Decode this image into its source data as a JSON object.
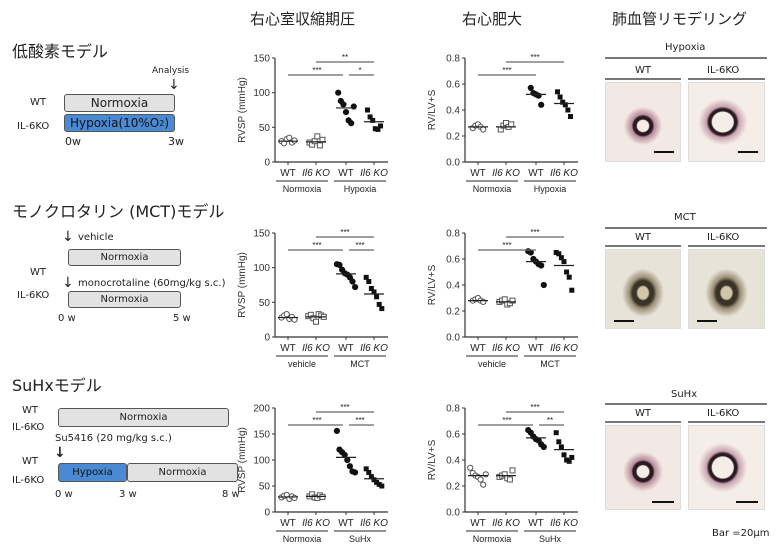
{
  "column_titles": {
    "rvsp": "右心室収縮期圧",
    "rvh": "右心肥大",
    "remodeling": "肺血管リモデリング"
  },
  "models": [
    {
      "title": "低酸素モデル",
      "analysis": "Analysis",
      "wt": "WT",
      "ko": "IL-6KO",
      "bar1": "Normoxia",
      "bar2": "Hypoxia(10%O",
      "bar2_sub": "2",
      "bar2_end": ")",
      "t0": "0w",
      "t1": "3w"
    },
    {
      "title": "モノクロタリン (MCT)モデル",
      "vehicle": "vehicle",
      "mct": "monocrotaline (60mg/kg s.c.)",
      "wt": "WT",
      "ko": "IL-6KO",
      "bar1": "Normoxia",
      "bar2": "Normoxia",
      "t0": "0 w",
      "t1": "5 w"
    },
    {
      "title": "SuHxモデル",
      "wt": "WT",
      "ko": "IL-6KO",
      "wt2": "WT",
      "ko2": "IL-6KO",
      "bar1": "Normoxia",
      "su": "Su5416 (20 mg/kg  s.c.)",
      "bar2a": "Hypoxia",
      "bar2b": "Normoxia",
      "t0": "0 w",
      "t1": "3 w",
      "t2": "8 w"
    }
  ],
  "histology": [
    {
      "condition": "Hypoxia",
      "wt": "WT",
      "ko": "IL-6KO"
    },
    {
      "condition": "MCT",
      "wt": "WT",
      "ko": "IL-6KO"
    },
    {
      "condition": "SuHx",
      "wt": "WT",
      "ko": "IL-6KO"
    }
  ],
  "scale_note": "Bar =20μm",
  "colors": {
    "hypoxia_bar": "#4a8ad4",
    "normoxia_bar": "#e2e2e2"
  },
  "chart_data": [
    {
      "type": "scatter",
      "ylabel": "RVSP (mmHg)",
      "ylim": [
        0,
        150
      ],
      "yticks": [
        "0",
        "50",
        "100",
        "150"
      ],
      "categories": [
        "WT",
        "Il6 KO",
        "WT",
        "Il6 KO"
      ],
      "groups": [
        "Normoxia",
        "Hypoxia"
      ],
      "series": [
        {
          "name": "Normoxia WT",
          "values": [
            30,
            27,
            33,
            35,
            28,
            31
          ],
          "mean": 30
        },
        {
          "name": "Normoxia Il6 KO",
          "values": [
            28,
            25,
            30,
            37,
            24,
            32
          ],
          "mean": 29
        },
        {
          "name": "Hypoxia WT",
          "values": [
            100,
            88,
            83,
            72,
            60,
            56,
            80
          ],
          "mean": 78
        },
        {
          "name": "Hypoxia Il6 KO",
          "values": [
            75,
            65,
            60,
            48,
            47,
            52
          ],
          "mean": 58
        }
      ],
      "significance": [
        {
          "pair": [
            0,
            2
          ],
          "label": "***"
        },
        {
          "pair": [
            1,
            3
          ],
          "label": "**"
        },
        {
          "pair": [
            2,
            3
          ],
          "label": "*"
        }
      ]
    },
    {
      "type": "scatter",
      "ylabel": "RV/LV+S",
      "ylim": [
        0,
        0.8
      ],
      "yticks": [
        "0.0",
        "0.2",
        "0.4",
        "0.6",
        "0.8"
      ],
      "categories": [
        "WT",
        "Il6 KO",
        "WT",
        "Il6 KO"
      ],
      "groups": [
        "Normoxia",
        "Hypoxia"
      ],
      "series": [
        {
          "name": "Normoxia WT",
          "values": [
            0.26,
            0.28,
            0.29,
            0.27,
            0.25
          ],
          "mean": 0.27
        },
        {
          "name": "Normoxia Il6 KO",
          "values": [
            0.25,
            0.28,
            0.3,
            0.27,
            0.29
          ],
          "mean": 0.27
        },
        {
          "name": "Hypoxia WT",
          "values": [
            0.57,
            0.53,
            0.52,
            0.51,
            0.44
          ],
          "mean": 0.52
        },
        {
          "name": "Hypoxia Il6 KO",
          "values": [
            0.54,
            0.5,
            0.46,
            0.44,
            0.4,
            0.35
          ],
          "mean": 0.45
        }
      ],
      "significance": [
        {
          "pair": [
            0,
            2
          ],
          "label": "***"
        },
        {
          "pair": [
            1,
            3
          ],
          "label": "***"
        }
      ]
    },
    {
      "type": "scatter",
      "ylabel": "RVSP (mmHg)",
      "ylim": [
        0,
        150
      ],
      "yticks": [
        "0",
        "50",
        "100",
        "150"
      ],
      "categories": [
        "WT",
        "Il6 KO",
        "WT",
        "Il6 KO"
      ],
      "groups": [
        "vehicle",
        "MCT"
      ],
      "series": [
        {
          "name": "vehicle WT",
          "values": [
            28,
            31,
            33,
            26,
            29,
            25
          ],
          "mean": 28
        },
        {
          "name": "vehicle Il6 KO",
          "values": [
            30,
            32,
            27,
            22,
            33,
            31,
            29
          ],
          "mean": 29
        },
        {
          "name": "MCT WT",
          "values": [
            105,
            104,
            97,
            92,
            90,
            86,
            80,
            72
          ],
          "mean": 91
        },
        {
          "name": "MCT Il6 KO",
          "values": [
            86,
            80,
            70,
            65,
            58,
            47,
            41
          ],
          "mean": 62
        }
      ],
      "significance": [
        {
          "pair": [
            0,
            2
          ],
          "label": "***"
        },
        {
          "pair": [
            1,
            3
          ],
          "label": "***"
        },
        {
          "pair": [
            2,
            3
          ],
          "label": "***"
        }
      ]
    },
    {
      "type": "scatter",
      "ylabel": "RV/LV+S",
      "ylim": [
        0,
        0.8
      ],
      "yticks": [
        "0.0",
        "0.2",
        "0.4",
        "0.6",
        "0.8"
      ],
      "categories": [
        "WT",
        "Il6 KO",
        "WT",
        "Il6 KO"
      ],
      "groups": [
        "vehicle",
        "MCT"
      ],
      "series": [
        {
          "name": "vehicle WT",
          "values": [
            0.28,
            0.29,
            0.3,
            0.28,
            0.27
          ],
          "mean": 0.28
        },
        {
          "name": "vehicle Il6 KO",
          "values": [
            0.27,
            0.28,
            0.29,
            0.25,
            0.26,
            0.28
          ],
          "mean": 0.27
        },
        {
          "name": "MCT WT",
          "values": [
            0.66,
            0.65,
            0.6,
            0.58,
            0.56,
            0.55,
            0.4
          ],
          "mean": 0.58
        },
        {
          "name": "MCT Il6 KO",
          "values": [
            0.65,
            0.64,
            0.61,
            0.58,
            0.5,
            0.46,
            0.36
          ],
          "mean": 0.55
        }
      ],
      "significance": [
        {
          "pair": [
            0,
            2
          ],
          "label": "***"
        },
        {
          "pair": [
            1,
            3
          ],
          "label": "***"
        }
      ]
    },
    {
      "type": "scatter",
      "ylabel": "RVSP (mmHg)",
      "ylim": [
        0,
        200
      ],
      "yticks": [
        "0",
        "50",
        "100",
        "150",
        "200"
      ],
      "categories": [
        "WT",
        "Il6 KO",
        "WT",
        "Il6 KO"
      ],
      "groups": [
        "Normoxia",
        "SuHx"
      ],
      "series": [
        {
          "name": "Normoxia WT",
          "values": [
            28,
            31,
            33,
            25,
            30,
            27
          ],
          "mean": 29
        },
        {
          "name": "Normoxia Il6 KO",
          "values": [
            30,
            34,
            28,
            27,
            32,
            29
          ],
          "mean": 30
        },
        {
          "name": "SuHx WT",
          "values": [
            156,
            120,
            115,
            110,
            100,
            88,
            78,
            76
          ],
          "mean": 105
        },
        {
          "name": "SuHx Il6 KO",
          "values": [
            83,
            76,
            68,
            62,
            57,
            53,
            50
          ],
          "mean": 64
        }
      ],
      "significance": [
        {
          "pair": [
            0,
            2
          ],
          "label": "***"
        },
        {
          "pair": [
            1,
            3
          ],
          "label": "***"
        },
        {
          "pair": [
            2,
            3
          ],
          "label": "***"
        }
      ]
    },
    {
      "type": "scatter",
      "ylabel": "RV/LV+S",
      "ylim": [
        0,
        0.8
      ],
      "yticks": [
        "0.0",
        "0.2",
        "0.4",
        "0.6",
        "0.8"
      ],
      "categories": [
        "WT",
        "Il6 KO",
        "WT",
        "Il6 KO"
      ],
      "groups": [
        "Normoxia",
        "SuHx"
      ],
      "series": [
        {
          "name": "Normoxia WT",
          "values": [
            0.34,
            0.3,
            0.28,
            0.27,
            0.25,
            0.21,
            0.29
          ],
          "mean": 0.28
        },
        {
          "name": "Normoxia Il6 KO",
          "values": [
            0.27,
            0.28,
            0.29,
            0.26,
            0.25,
            0.32
          ],
          "mean": 0.28
        },
        {
          "name": "SuHx WT",
          "values": [
            0.63,
            0.61,
            0.58,
            0.56,
            0.55,
            0.52,
            0.5
          ],
          "mean": 0.57
        },
        {
          "name": "SuHx Il6 KO",
          "values": [
            0.61,
            0.54,
            0.5,
            0.44,
            0.4,
            0.39,
            0.42
          ],
          "mean": 0.48
        }
      ],
      "significance": [
        {
          "pair": [
            0,
            2
          ],
          "label": "***"
        },
        {
          "pair": [
            1,
            3
          ],
          "label": "***"
        },
        {
          "pair": [
            2,
            3
          ],
          "label": "**"
        }
      ]
    }
  ]
}
